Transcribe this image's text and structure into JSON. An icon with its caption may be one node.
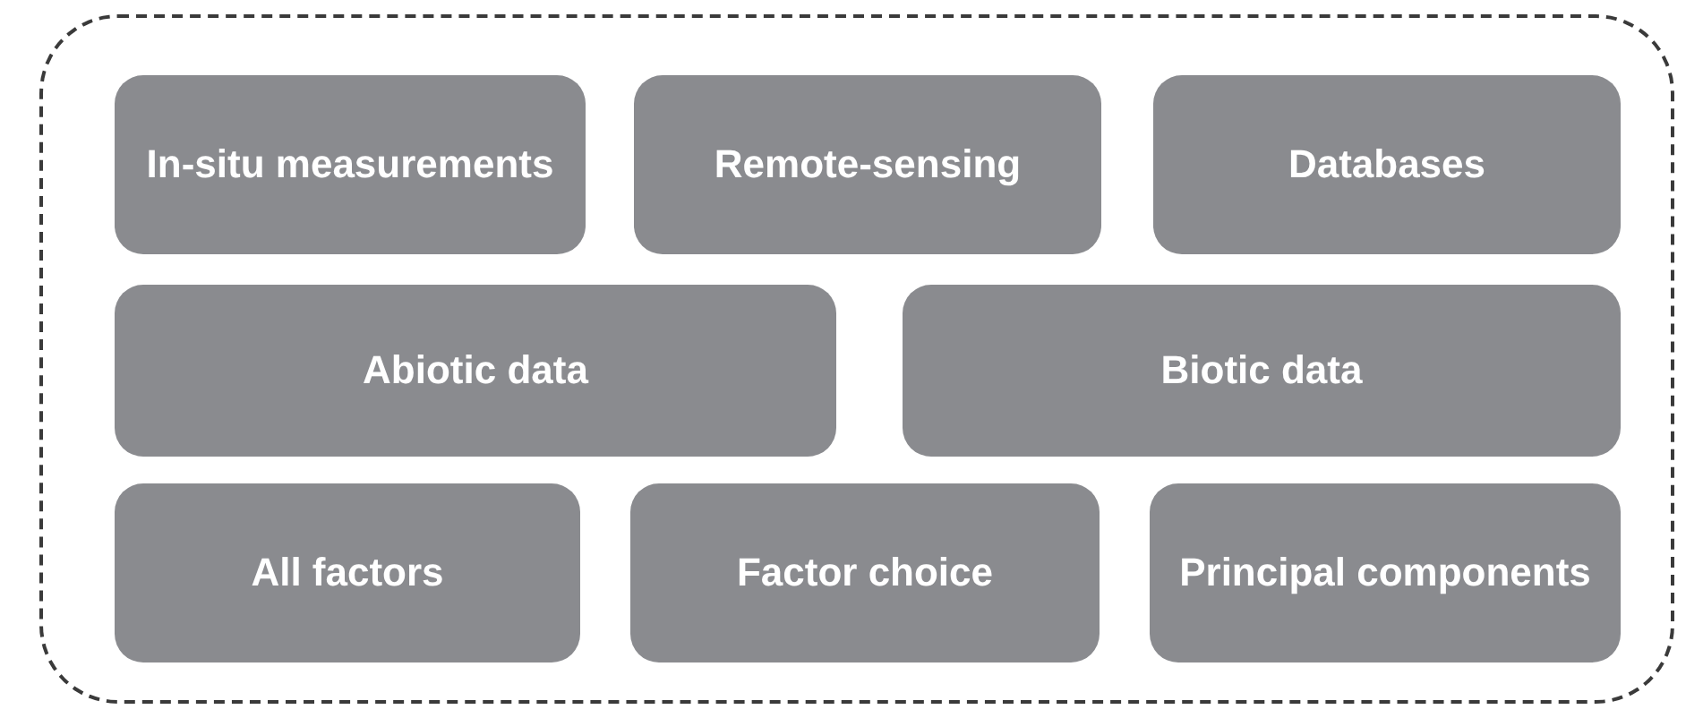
{
  "diagram": {
    "nodes": [
      {
        "text": [],
        "shape": "box"
      },
      {
        "text": [
          "In-situ measurements"
        ],
        "in": 0
      },
      {
        "text": [
          "Remote-sensing"
        ],
        "in": 0
      },
      {
        "text": [
          "Databases"
        ],
        "in": 0
      },
      {
        "text": [
          "Abiotic data"
        ],
        "in": 0
      },
      {
        "text": [
          "Biotic data"
        ],
        "in": 0
      },
      {
        "text": [
          "All factors"
        ],
        "in": 0
      },
      {
        "text": [
          "Factor choice"
        ],
        "in": 0
      },
      {
        "text": [
          "Principal components"
        ],
        "in": 0
      }
    ]
  }
}
